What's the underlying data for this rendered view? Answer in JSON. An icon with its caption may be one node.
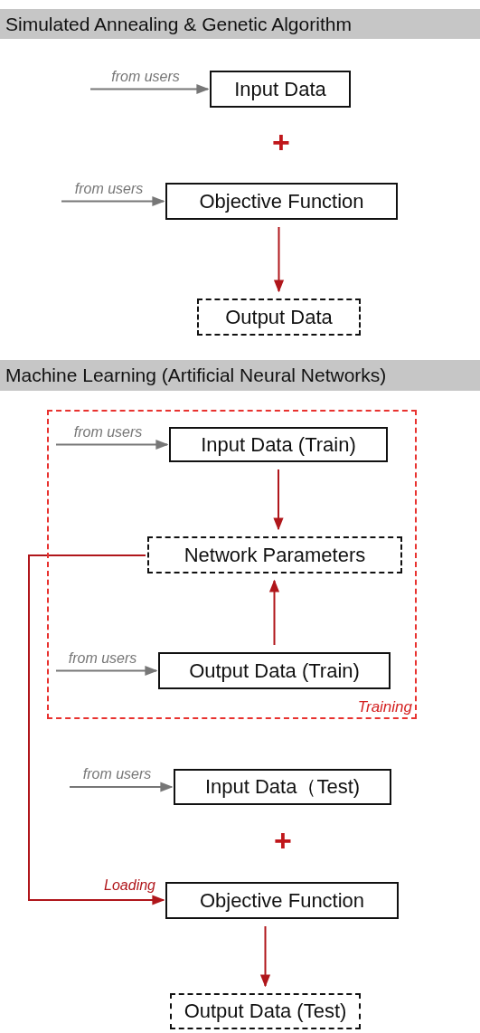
{
  "diagram": {
    "nodes": [
      {
        "text": [
          "Simulated Annealing & Genetic Algorithm"
        ]
      },
      {
        "text": [
          "Input Data"
        ]
      },
      {
        "text": [
          "Objective Function"
        ]
      },
      {
        "text": [
          "Output Data"
        ]
      },
      {
        "text": [
          "Machine Learning (Artificial Neural Networks)"
        ]
      },
      {
        "text": [
          "Training"
        ]
      },
      {
        "text": [
          "Input Data (Train)"
        ],
        "in": 5
      },
      {
        "text": [
          "Network Parameters"
        ],
        "in": 5
      },
      {
        "text": [
          "Output Data (Train)"
        ],
        "in": 5
      },
      {
        "text": [
          "Input Data（Test)"
        ]
      },
      {
        "text": [
          "Objective Function"
        ]
      },
      {
        "text": [
          "Output Data (Test)"
        ]
      }
    ],
    "edges": [
      {
        "from": null,
        "to": 1,
        "arrow": "to",
        "label": "from users",
        "color": "#777777"
      },
      {
        "from": null,
        "to": 2,
        "arrow": "to",
        "label": "from users",
        "color": "#777777"
      },
      {
        "from": 2,
        "to": 3,
        "arrow": "to",
        "color": "#b0161b"
      },
      {
        "from": null,
        "to": 6,
        "arrow": "to",
        "label": "from users",
        "color": "#777777"
      },
      {
        "from": 6,
        "to": 7,
        "arrow": "to",
        "color": "#b0161b"
      },
      {
        "from": 8,
        "to": 7,
        "arrow": "to",
        "color": "#b0161b"
      },
      {
        "from": null,
        "to": 8,
        "arrow": "to",
        "label": "from users",
        "color": "#777777"
      },
      {
        "from": null,
        "to": 9,
        "arrow": "to",
        "label": "from users",
        "color": "#777777"
      },
      {
        "from": 7,
        "to": 10,
        "arrow": "to",
        "label": "Loading",
        "color": "#b0161b"
      },
      {
        "from": 10,
        "to": 11,
        "arrow": "to",
        "color": "#b0161b"
      }
    ],
    "labels": [
      "+",
      "+"
    ]
  }
}
